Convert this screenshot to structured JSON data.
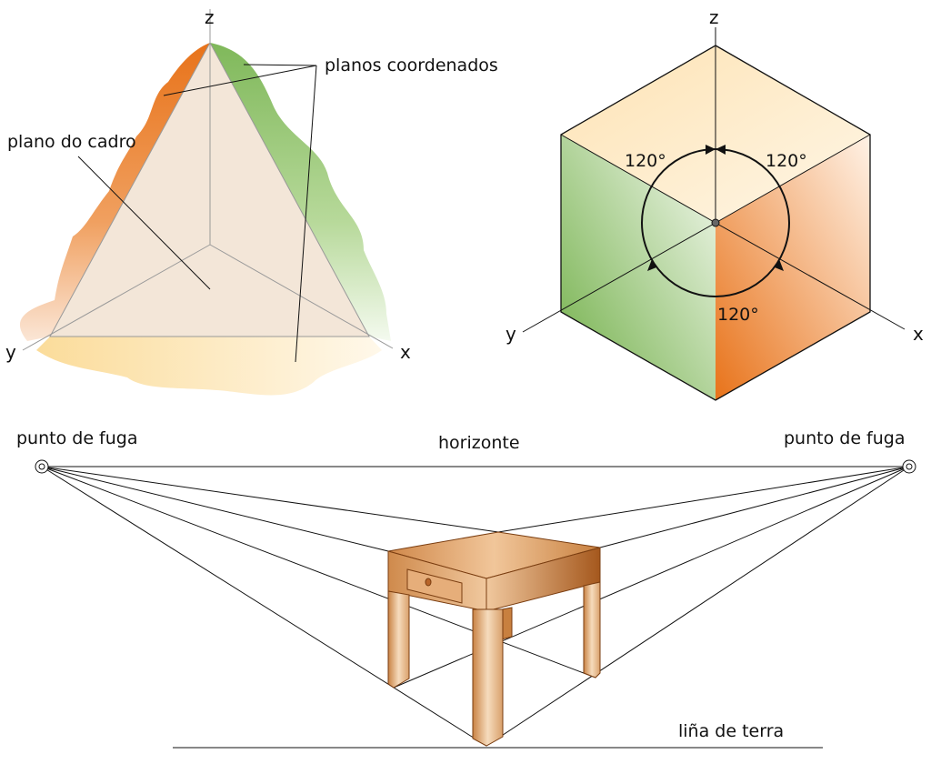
{
  "triangle_figure": {
    "axis_z": "z",
    "axis_y": "y",
    "axis_x": "x",
    "label_coordinate_planes": "planos coordenados",
    "label_picture_plane": "plano do cadro"
  },
  "cube_figure": {
    "axis_z": "z",
    "axis_y": "y",
    "axis_x": "x",
    "angle_left": "120°",
    "angle_right": "120°",
    "angle_bottom": "120°"
  },
  "perspective_figure": {
    "vanishing_point_left": "punto de fuga",
    "vanishing_point_right": "punto de fuga",
    "horizon": "horizonte",
    "ground_line": "liña de terra"
  },
  "colors": {
    "orange": "#e8731a",
    "green": "#7fb85a",
    "cream": "#f3e6d8",
    "wood": "#c8884a"
  }
}
